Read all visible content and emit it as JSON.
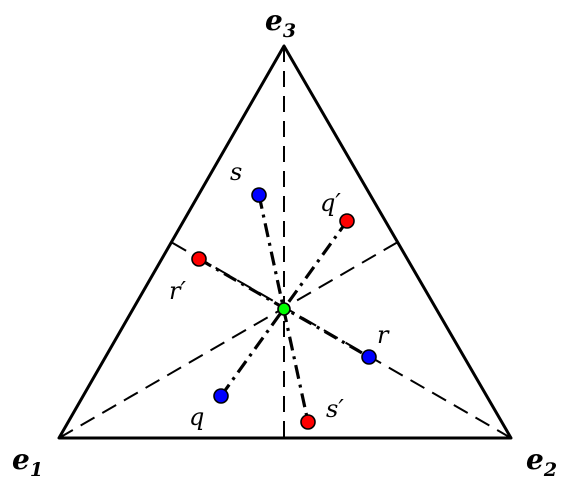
{
  "vertices": {
    "e3": {
      "base": "e",
      "sub": "3"
    },
    "e1": {
      "base": "e",
      "sub": "1"
    },
    "e2": {
      "base": "e",
      "sub": "2"
    }
  },
  "points": {
    "s": {
      "label": "s",
      "color": "#0000ff"
    },
    "q": {
      "label": "q",
      "color": "#0000ff"
    },
    "r": {
      "label": "r",
      "color": "#0000ff"
    },
    "q_prime": {
      "label": "q′",
      "color": "#ff0000"
    },
    "r_prime": {
      "label": "r′",
      "color": "#ff0000"
    },
    "s_prime": {
      "label": "s′",
      "color": "#ff0000"
    },
    "center": {
      "color": "#00ff00"
    }
  }
}
